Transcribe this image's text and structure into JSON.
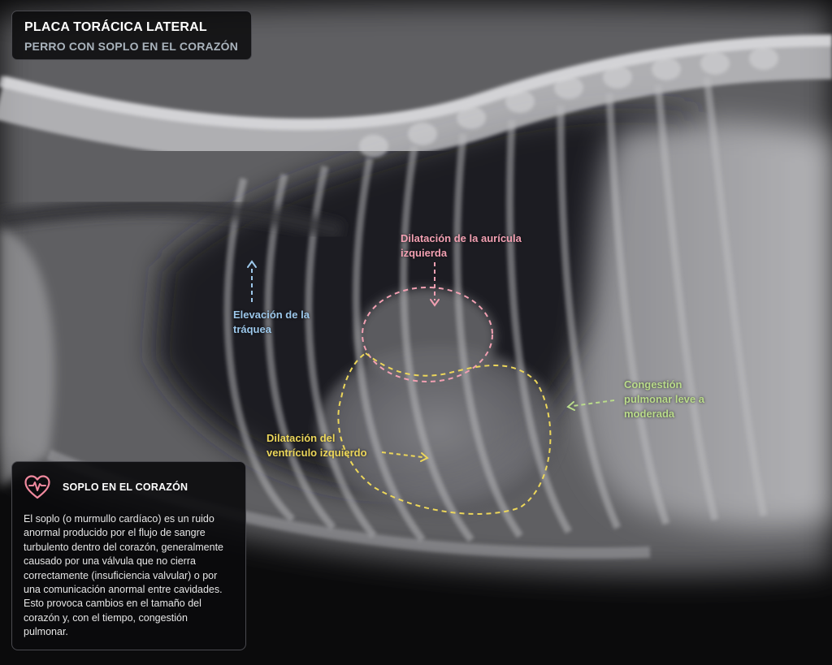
{
  "header": {
    "title": "PLACA TORÁCICA LATERAL",
    "subtitle": "PERRO CON SOPLO EN EL CORAZÓN"
  },
  "annotations": {
    "trachea": {
      "text": "Elevación de la tráquea",
      "color": "#9cc7ea"
    },
    "left_auricle": {
      "text": "Dilatación de la aurícula izquierda",
      "color": "#f2a0b2"
    },
    "left_ventricle": {
      "text": "Dilatación del ventrículo izquierdo",
      "color": "#ecd65a"
    },
    "congestion": {
      "text": "Congestión pulmonar leve a moderada",
      "color": "#b9db8a"
    }
  },
  "info": {
    "icon": "heart-pulse-icon",
    "accent": "#f0899e",
    "title": "SOPLO EN EL CORAZÓN",
    "body": "El soplo (o murmullo cardíaco) es un ruido anormal producido por el flujo de sangre turbulento dentro del corazón, generalmente causado por una válvula que no cierra correctamente (insuficiencia valvular) o por una comunicación anormal entre cavidades. Esto provoca cambios en el tamaño del corazón y, con el tiempo, congestión pulmonar."
  }
}
